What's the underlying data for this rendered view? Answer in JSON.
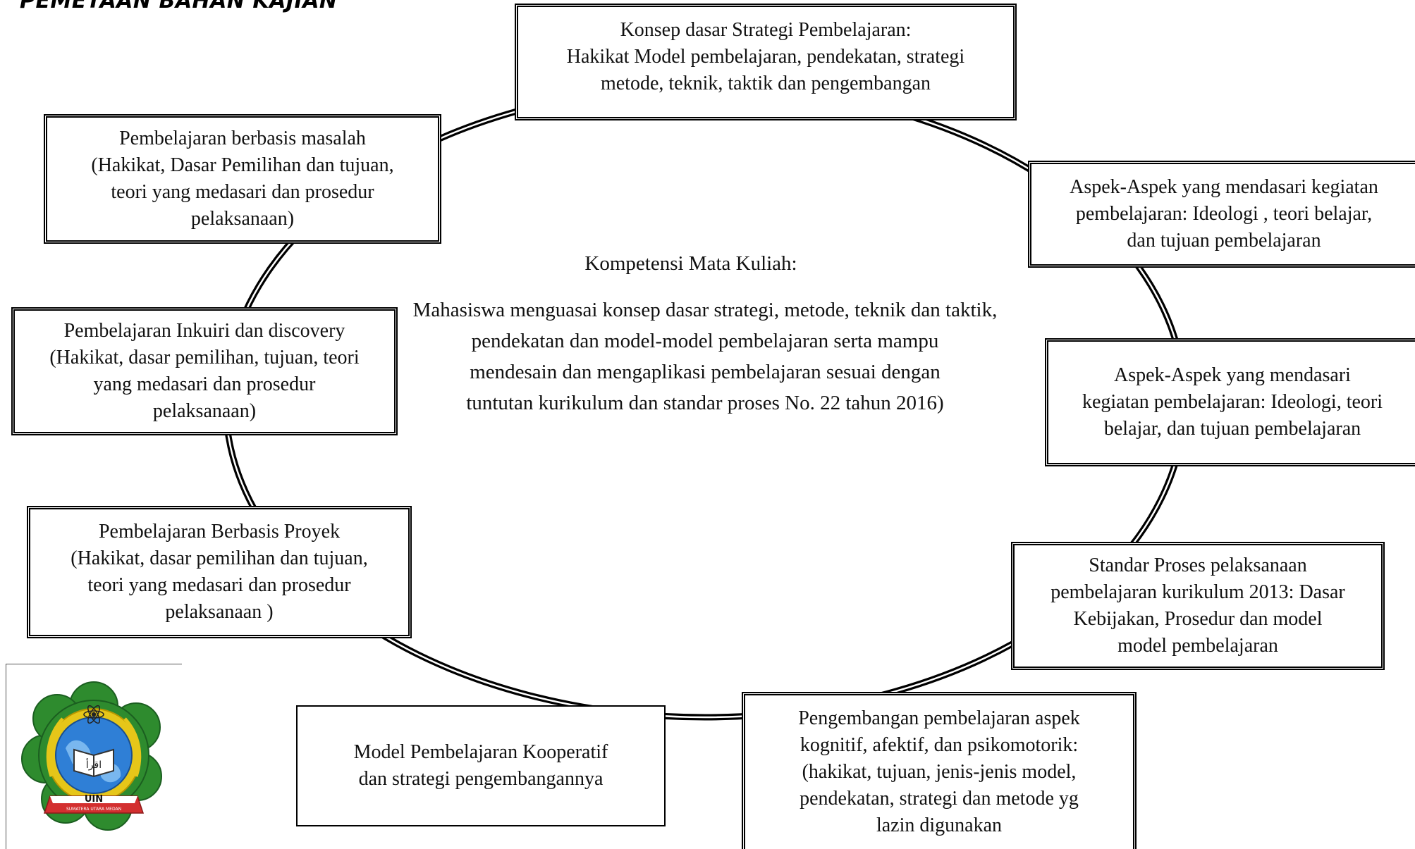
{
  "header": {
    "title": "PEMETAAN BAHAN KAJIAN"
  },
  "center": {
    "title": "Kompetensi Mata Kuliah:",
    "lines": [
      "Mahasiswa menguasai konsep dasar strategi, metode, teknik dan taktik,",
      "pendekatan dan model-model pembelajaran serta mampu",
      "mendesain dan mengaplikasi pembelajaran sesuai dengan",
      "tuntutan kurikulum dan standar proses  No. 22 tahun 2016)"
    ]
  },
  "nodes": [
    {
      "id": "konsep-dasar",
      "lines": [
        "Konsep dasar Strategi Pembelajaran:",
        "Hakikat Model pembelajaran, pendekatan, strategi",
        "metode, teknik, taktik dan pengembangan"
      ]
    },
    {
      "id": "aspek-1",
      "lines": [
        "Aspek-Aspek yang mendasari kegiatan",
        "pembelajaran: Ideologi ,  teori belajar,",
        "dan tujuan pembelajaran"
      ]
    },
    {
      "id": "aspek-2",
      "lines": [
        "Aspek-Aspek yang mendasari",
        "kegiatan pembelajaran: Ideologi, teori",
        "belajar, dan tujuan pembelajaran"
      ]
    },
    {
      "id": "standar-proses",
      "lines": [
        "Standar Proses pelaksanaan",
        "pembelajaran kurikulum 2013: Dasar",
        "Kebijakan,  Prosedur dan model",
        "model pembelajaran"
      ]
    },
    {
      "id": "pengembangan",
      "lines": [
        "Pengembangan pembelajaran aspek",
        "kognitif, afektif, dan psikomotorik:",
        "(hakikat, tujuan, jenis-jenis model,",
        "pendekatan, strategi dan metode yg",
        "lazin digunakan"
      ]
    },
    {
      "id": "kooperatif",
      "lines": [
        "Model Pembelajaran Kooperatif",
        "dan strategi pengembangannya"
      ]
    },
    {
      "id": "proyek",
      "lines": [
        "Pembelajaran Berbasis Proyek",
        "(Hakikat, dasar pemilihan dan tujuan,",
        "teori yang medasari dan prosedur",
        "pelaksanaan )"
      ]
    },
    {
      "id": "inkuiri",
      "lines": [
        "Pembelajaran Inkuiri dan discovery",
        "(Hakikat, dasar pemilihan, tujuan, teori",
        "yang medasari dan prosedur",
        "pelaksanaan)"
      ]
    },
    {
      "id": "masalah",
      "lines": [
        "Pembelajaran berbasis masalah",
        "(Hakikat, Dasar Pemilihan dan tujuan,",
        "teori yang medasari dan prosedur",
        "pelaksanaan)"
      ]
    }
  ],
  "logo": {
    "text": "UIN",
    "subtext": "SUMATERA UTARA MEDAN",
    "book_text": "اقرأ",
    "colors": {
      "green": "#2e8b2e",
      "dark_green": "#1b5e20",
      "gold": "#e6c619",
      "blue": "#2f7fd6",
      "red": "#d32f2f"
    }
  }
}
